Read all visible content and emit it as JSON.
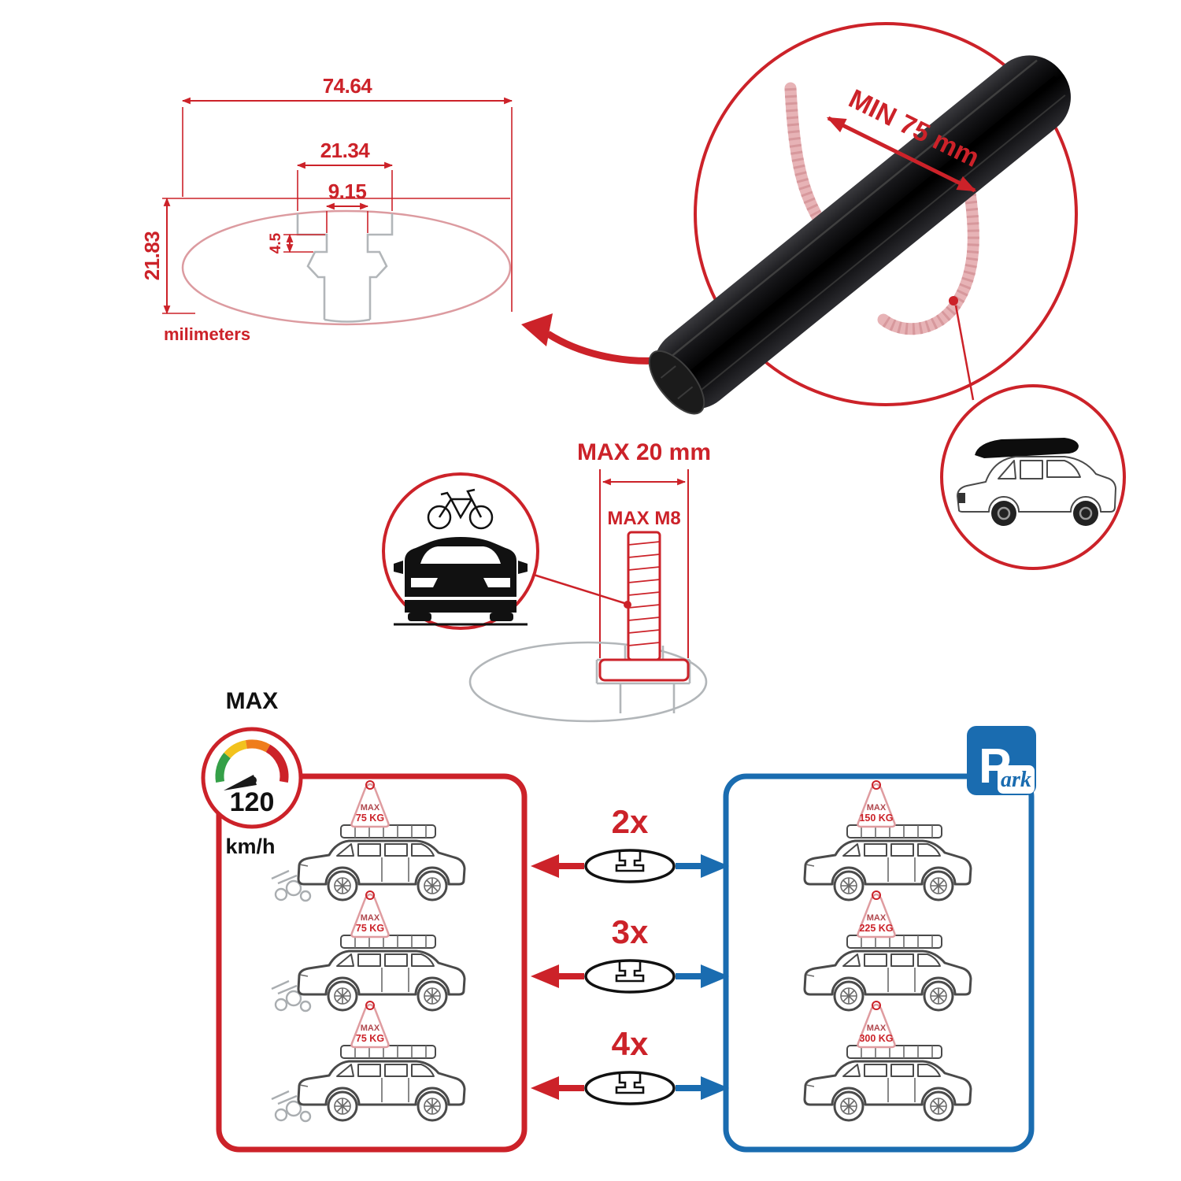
{
  "accent_colors": {
    "red": "#cc2229",
    "blue": "#1a6cb0",
    "pink": "#df9ca0",
    "gray": "#b2b6b9"
  },
  "cross_section": {
    "dim_total_width": "74.64",
    "dim_channel_width": "21.34",
    "dim_slot_width": "9.15",
    "dim_lip_height": "4.5",
    "dim_profile_height": "21.83",
    "unit_label": "milimeters"
  },
  "crossbar_detail": {
    "min_span_label": "MIN 75 mm"
  },
  "bolt_detail": {
    "max_width_label": "MAX 20 mm",
    "max_thread_label": "MAX M8"
  },
  "speed_limit": {
    "title": "MAX",
    "value": "120",
    "unit": "km/h"
  },
  "driving_panel": {
    "cars": [
      {
        "badge_title": "MAX",
        "badge_value": "75 KG"
      },
      {
        "badge_title": "MAX",
        "badge_value": "75 KG"
      },
      {
        "badge_title": "MAX",
        "badge_value": "75 KG"
      }
    ]
  },
  "multipliers": [
    {
      "label": "2x"
    },
    {
      "label": "3x"
    },
    {
      "label": "4x"
    }
  ],
  "park_panel": {
    "sign_letter": "P",
    "sign_suffix": "ark",
    "cars": [
      {
        "badge_title": "MAX",
        "badge_value": "150 KG"
      },
      {
        "badge_title": "MAX",
        "badge_value": "225 KG"
      },
      {
        "badge_title": "MAX",
        "badge_value": "300 KG"
      }
    ]
  }
}
